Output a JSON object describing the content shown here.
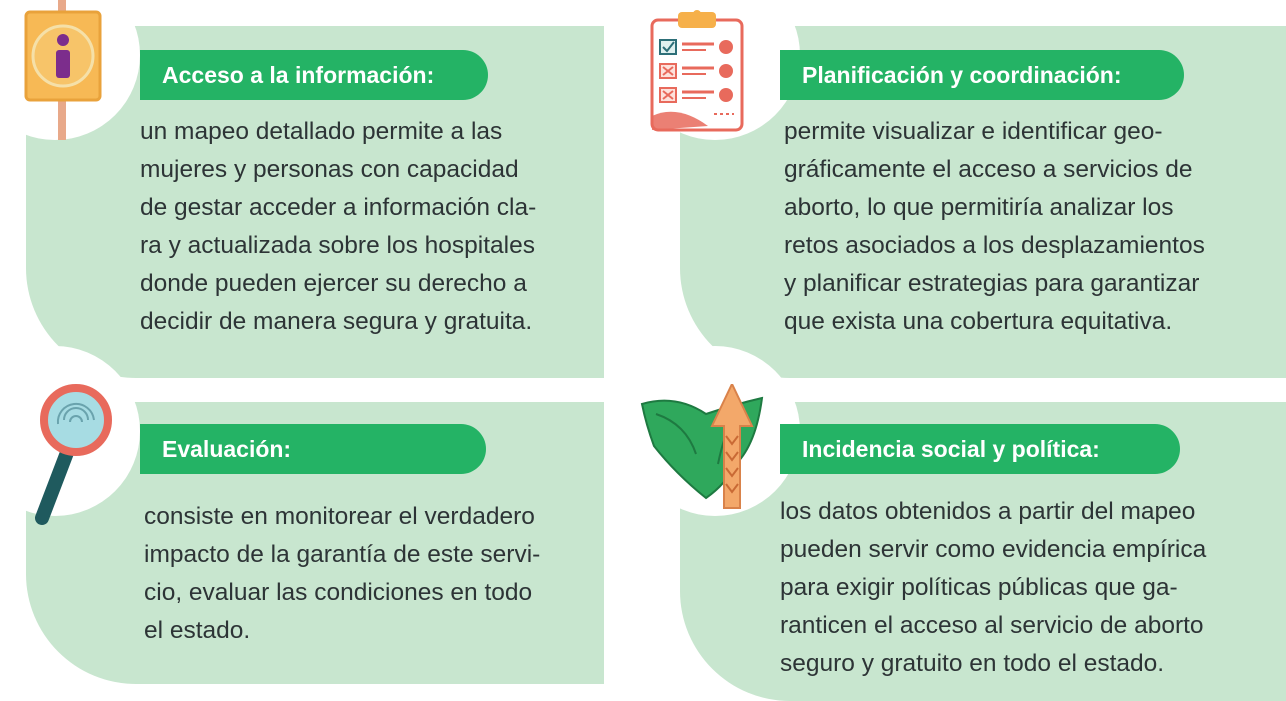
{
  "cards": [
    {
      "title": "Acceso a la información:",
      "lines": [
        "un mapeo detallado permite a las",
        "mujeres y personas con capacidad",
        "de gestar acceder a información cla-",
        "ra y actualizada sobre los hospitales",
        "donde pueden ejercer su derecho a",
        "decidir de manera segura y gratuita."
      ],
      "icon": "info-sign-icon"
    },
    {
      "title": "Planificación y coordinación:",
      "lines": [
        "permite visualizar e identificar geo-",
        "gráficamente el acceso a servicios de",
        "aborto, lo que permitiría analizar los",
        "retos asociados a los desplazamientos",
        "y planificar estrategias para garantizar",
        "que exista una cobertura equitativa."
      ],
      "icon": "clipboard-checklist-icon"
    },
    {
      "title": "Evaluación:",
      "lines": [
        "consiste en monitorear el verdadero",
        "impacto de la garantía de este servi-",
        "cio, evaluar las condiciones en todo",
        "el estado."
      ],
      "icon": "magnifying-glass-icon"
    },
    {
      "title": "Incidencia social y política:",
      "lines": [
        "los datos obtenidos a partir del mapeo",
        "pueden servir como evidencia empírica",
        "para exigir políticas públicas que ga-",
        "ranticen el acceso al servicio de aborto",
        "seguro y gratuito en todo el estado."
      ],
      "icon": "green-scarf-arrow-icon"
    }
  ],
  "colors": {
    "card_bg": "#c8e6cf",
    "pill_bg": "#24b365",
    "text": "#2d3436"
  }
}
